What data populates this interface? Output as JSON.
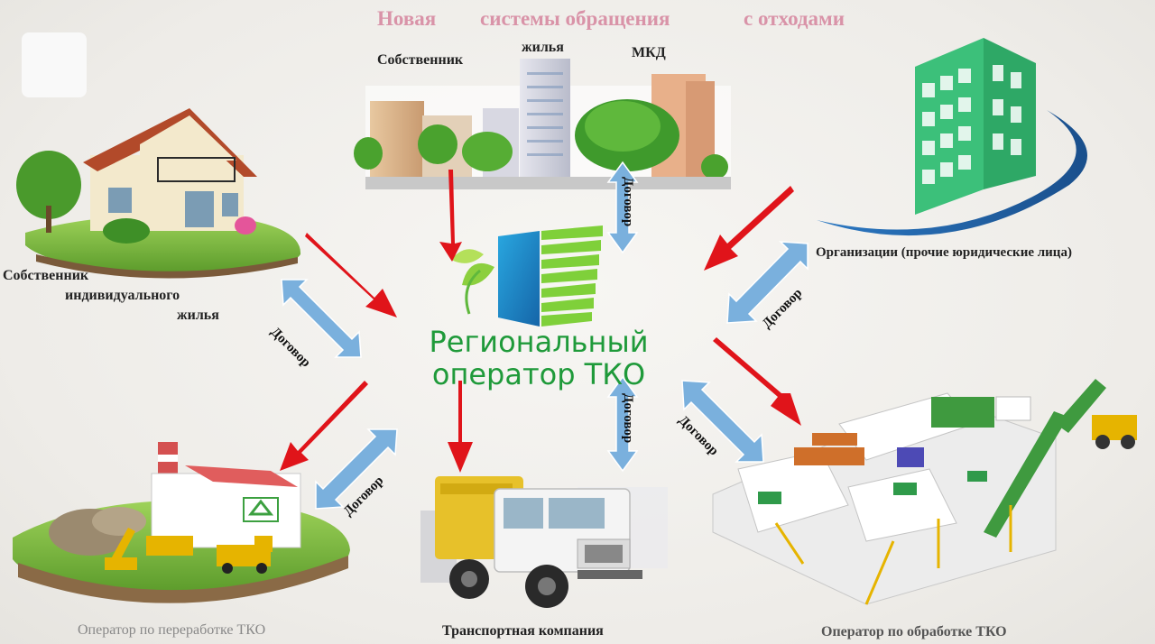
{
  "title": {
    "word1": "Новая",
    "word2": "системы обращения",
    "word3": "с отходами"
  },
  "nodes": {
    "mkd_owner": {
      "part1": "Собственник",
      "part2": "жилья",
      "part3": "МКД"
    },
    "private_owner": {
      "line1": "Собственник",
      "line2": "индивидуального",
      "line3": "жилья"
    },
    "organizations": {
      "label": "Организации (прочие юридические лица)"
    },
    "recycling_operator": {
      "label": "Оператор по переработке ТКО"
    },
    "transport_company": {
      "label": "Транспортная компания"
    },
    "processing_operator": {
      "label": "Оператор по обработке ТКО"
    }
  },
  "center": {
    "line1": "Региональный",
    "line2": "оператор ТКО"
  },
  "contract_label": "Договор",
  "colors": {
    "arrow_red": "#e0141a",
    "arrow_blue": "#7ab0dd",
    "brand_green": "#1f9a3a",
    "title_pink": "#d993a8"
  }
}
